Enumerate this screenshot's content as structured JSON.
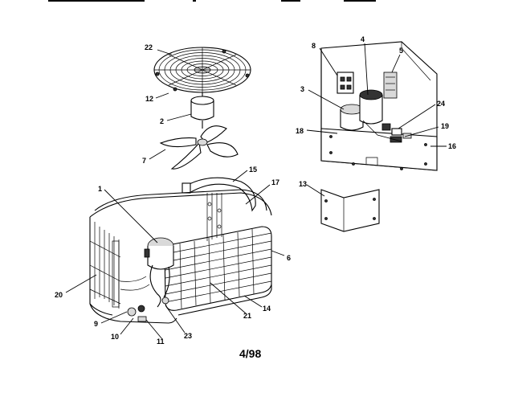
{
  "callouts": [
    {
      "id": "c22",
      "text": "22"
    },
    {
      "id": "c12",
      "text": "12"
    },
    {
      "id": "c2",
      "text": "2"
    },
    {
      "id": "c7",
      "text": "7"
    },
    {
      "id": "c15",
      "text": "15"
    },
    {
      "id": "c17",
      "text": "17"
    },
    {
      "id": "c1",
      "text": "1"
    },
    {
      "id": "c6a",
      "text": "6"
    },
    {
      "id": "c20",
      "text": "20"
    },
    {
      "id": "c9",
      "text": "9"
    },
    {
      "id": "c10",
      "text": "10"
    },
    {
      "id": "c11",
      "text": "11"
    },
    {
      "id": "c23",
      "text": "23"
    },
    {
      "id": "c21",
      "text": "21"
    },
    {
      "id": "c14",
      "text": "14"
    },
    {
      "id": "c8",
      "text": "8"
    },
    {
      "id": "c4",
      "text": "4"
    },
    {
      "id": "c5",
      "text": "5"
    },
    {
      "id": "c3",
      "text": "3"
    },
    {
      "id": "c24",
      "text": "24"
    },
    {
      "id": "c19",
      "text": "19"
    },
    {
      "id": "c18",
      "text": "18"
    },
    {
      "id": "c16",
      "text": "16"
    },
    {
      "id": "c13",
      "text": "13"
    }
  ],
  "date_code": "4/98"
}
